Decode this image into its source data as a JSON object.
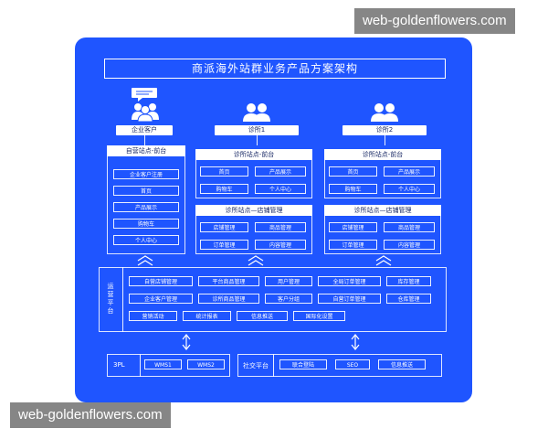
{
  "watermark": "web-goldenflowers.com",
  "title": "商派海外站群业务产品方案架构",
  "clients": {
    "enterprise": "企业客户",
    "clinic1": "诊所1",
    "clinic2": "诊所2"
  },
  "self_site": {
    "header": "自营站点-前台",
    "items": [
      "企业客户注册",
      "首页",
      "产品展示",
      "购物车",
      "个人中心"
    ]
  },
  "clinic1_front": {
    "header": "诊所站点-前台",
    "items": [
      "首页",
      "产品展示",
      "购物车",
      "个人中心"
    ]
  },
  "clinic1_store": {
    "header": "诊所站点—店铺管理",
    "items": [
      "店铺管理",
      "商品管理",
      "订单管理",
      "内容管理"
    ]
  },
  "clinic2_front": {
    "header": "诊所站点-前台",
    "items": [
      "首页",
      "产品展示",
      "购物车",
      "个人中心"
    ]
  },
  "clinic2_store": {
    "header": "诊所站点—店铺管理",
    "items": [
      "店铺管理",
      "商品管理",
      "订单管理",
      "内容管理"
    ]
  },
  "ops": {
    "label": "运营平台",
    "row1": [
      "自营店铺管理",
      "平台商品管理",
      "用户管理",
      "全局订单管理",
      "库存管理"
    ],
    "row2": [
      "企业客户管理",
      "诊所商品管理",
      "客户分组",
      "自营订单管理",
      "仓库管理"
    ],
    "row3": [
      "营销活动",
      "统计报表",
      "信息推送",
      "国际化设置"
    ]
  },
  "threepl": {
    "label": "3PL",
    "items": [
      "WMS1",
      "WMS2"
    ]
  },
  "social": {
    "label": "社交平台",
    "items": [
      "联合登陆",
      "SEO",
      "信息推送"
    ]
  },
  "colors": {
    "canvas": "#1f55ff",
    "line": "#ffffff",
    "box_text": "#1a2a66"
  },
  "icons": [
    "speech-bubble-icon",
    "users-icon",
    "double-arrow-icon"
  ]
}
